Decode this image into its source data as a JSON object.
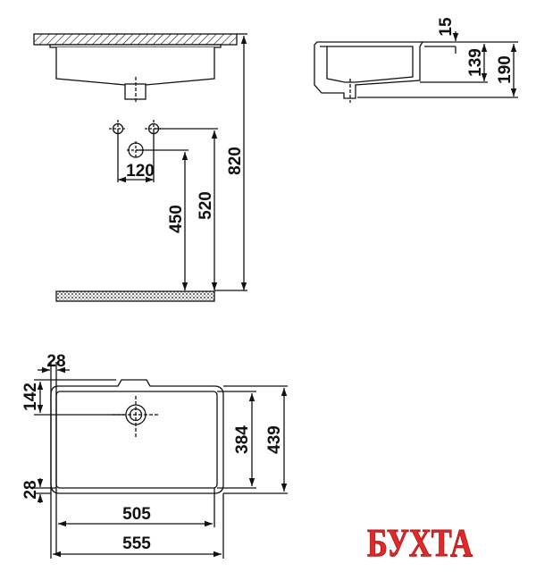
{
  "dimensions": {
    "front_view": {
      "tap_spacing": "120",
      "drain_height": "450",
      "tap_height": "520",
      "counter_height": "820"
    },
    "side_view": {
      "rim": "15",
      "bowl_depth": "139",
      "total_height": "190"
    },
    "plan_view": {
      "edge_top": "28",
      "drain_offset": "142",
      "edge_bottom": "28",
      "inner_depth": "384",
      "outer_depth": "439",
      "inner_width": "505",
      "outer_width": "555"
    }
  },
  "logo": {
    "text": "БУХТА",
    "color": "#e02a2a"
  },
  "colors": {
    "line": "#111111"
  }
}
